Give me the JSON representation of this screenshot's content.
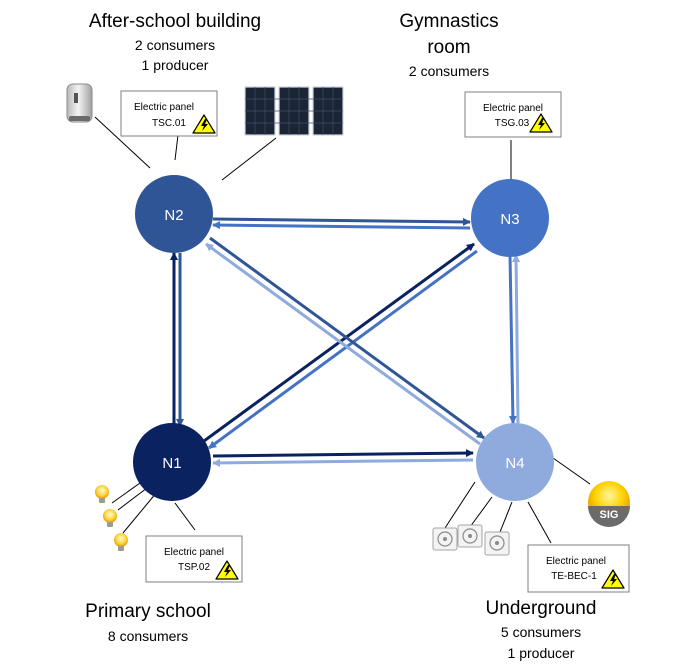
{
  "groups": {
    "after_school": {
      "title": "After-school building",
      "line1": "2 consumers",
      "line2": "1 producer"
    },
    "gymnastics": {
      "title_line1": "Gymnastics",
      "title_line2": "room",
      "line1": "2 consumers"
    },
    "primary": {
      "title": "Primary school",
      "line1": "8 consumers"
    },
    "underground": {
      "title": "Underground",
      "line1": "5 consumers",
      "line2": "1 producer"
    }
  },
  "nodes": {
    "n1": {
      "label": "N1",
      "color": "#0a2260"
    },
    "n2": {
      "label": "N2",
      "color": "#2f5597"
    },
    "n3": {
      "label": "N3",
      "color": "#4472c4"
    },
    "n4": {
      "label": "N4",
      "color": "#8faadc"
    }
  },
  "panels": {
    "tsc": {
      "title": "Electric panel",
      "code": "TSC.01"
    },
    "tsg": {
      "title": "Electric panel",
      "code": "TSG.03"
    },
    "tsp": {
      "title": "Electric panel",
      "code": "TSP.02"
    },
    "tebec": {
      "title": "Electric panel",
      "code": "TE-BEC-1"
    }
  },
  "logo": {
    "text": "SIG"
  },
  "colors": {
    "dark_navy": "#0a2260",
    "mid_blue": "#2f5597",
    "bright_blue": "#4472c4",
    "light_blue": "#8faadc",
    "warning_yellow": "#ffff00",
    "panel_border": "#7f7f7f"
  }
}
